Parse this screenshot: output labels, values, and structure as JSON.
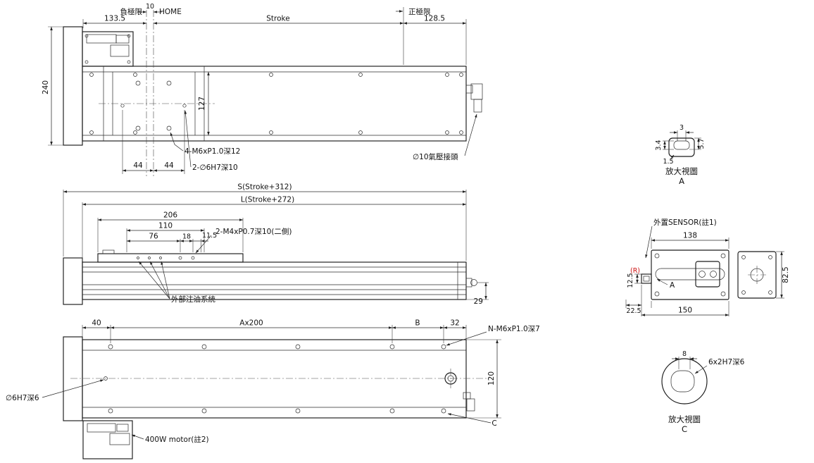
{
  "drawing": {
    "top_view": {
      "neg_limit": "負極限",
      "dim_10": "10",
      "home": "HOME",
      "dim_133_5": "133.5",
      "stroke_label": "Stroke",
      "dim_128_5": "128.5",
      "pos_limit": "正極限",
      "dim_240": "240",
      "dim_127": "127",
      "dim_44_left": "44",
      "dim_44_right": "44",
      "label_m6": "4-M6xP1.0深12",
      "label_dowel": "2-∅6H7深10",
      "label_air": "∅10氣壓接頭"
    },
    "side_view": {
      "dim_s": "S(Stroke+312)",
      "dim_l": "L(Stroke+272)",
      "dim_206": "206",
      "dim_110": "110",
      "dim_76": "76",
      "dim_18": "18",
      "dim_11_5": "11.5",
      "label_m4": "2-M4xP0.7深10(二側)",
      "label_oil": "外部注油系統",
      "dim_29": "29"
    },
    "bottom_view": {
      "dim_40": "40",
      "dim_ax200": "Ax200",
      "dim_b": "B",
      "dim_32": "32",
      "label_nm6": "N-M6xP1.0深7",
      "label_dowel": "∅6H7深6",
      "dim_120": "120",
      "label_c": "C",
      "label_motor": "400W motor(註2)"
    },
    "detail_a": {
      "dim_3": "3",
      "dim_3_4": "3.4",
      "dim_5_7": "5.7",
      "dim_1_5": "1.5",
      "caption": "放大視圖",
      "letter": "A"
    },
    "sensor_detail": {
      "label_sensor": "外置SENSOR(註1)",
      "dim_138": "138",
      "dim_82_5": "82.5",
      "label_r": "(R)",
      "label_a": "A",
      "dim_12_5": "12.5",
      "dim_22_5": "22.5",
      "dim_150": "150"
    },
    "detail_c": {
      "dim_8": "8",
      "label_hole": "6x2H7深6",
      "caption": "放大視圖",
      "letter": "C"
    },
    "colors": {
      "line": "#1a1a1a",
      "accent_red": "#cc1111",
      "background": "#ffffff"
    }
  }
}
